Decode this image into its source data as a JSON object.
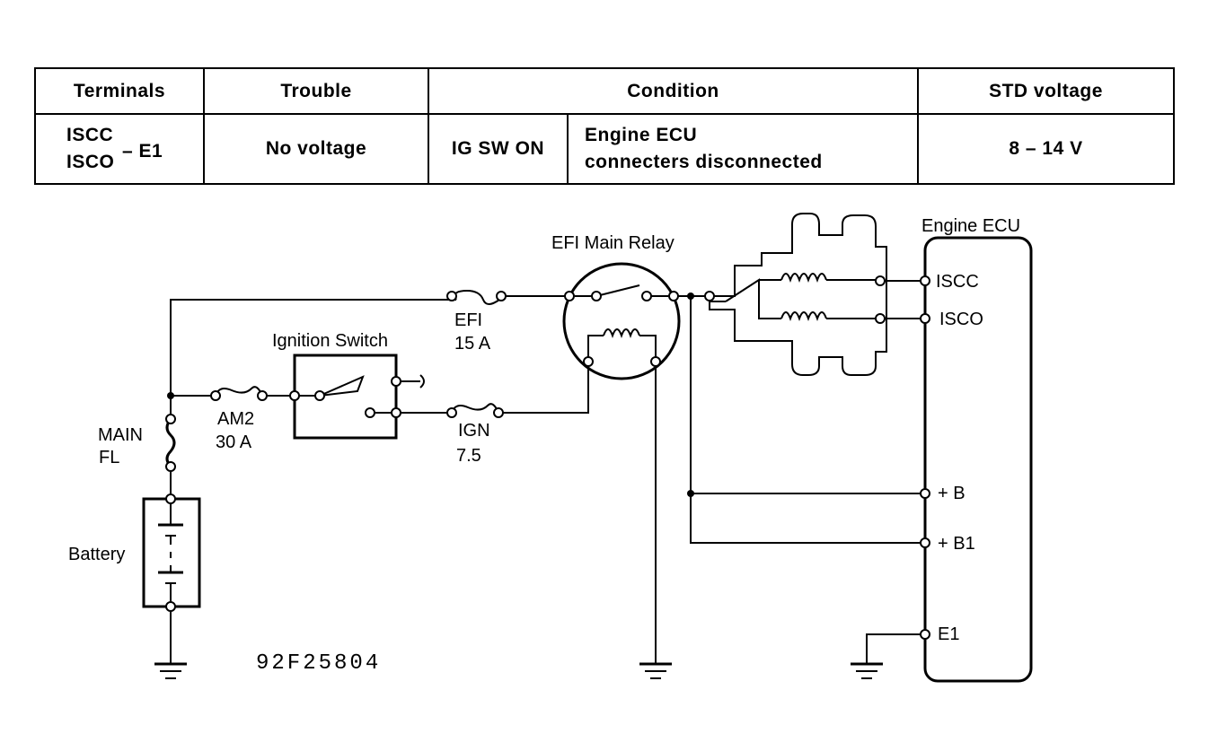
{
  "table": {
    "headers": [
      "Terminals",
      "Trouble",
      "Condition",
      "STD voltage"
    ],
    "row": {
      "terminals_line1": "ISCC",
      "terminals_line2": "ISCO",
      "terminals_suffix": "– E1",
      "trouble": "No voltage",
      "condition_switch": "IG SW ON",
      "condition_line1": "Engine ECU",
      "condition_line2": "connecters disconnected",
      "std_voltage": "8 – 14 V"
    }
  },
  "diagram": {
    "labels": {
      "efi_main_relay": "EFI Main Relay",
      "engine_ecu": "Engine ECU",
      "ignition_switch": "Ignition Switch",
      "efi_fuse_name": "EFI",
      "efi_fuse_rating": "15 A",
      "ign_fuse_name": "IGN",
      "ign_fuse_rating": "7.5",
      "am2_fuse_name": "AM2",
      "am2_fuse_rating": "30 A",
      "main_fl_line1": "MAIN",
      "main_fl_line2": "FL",
      "battery": "Battery",
      "figure_code": "92F25804"
    },
    "ecu_terminals": [
      "ISCC",
      "ISCO",
      "+ B",
      "+ B1",
      "E1"
    ]
  }
}
